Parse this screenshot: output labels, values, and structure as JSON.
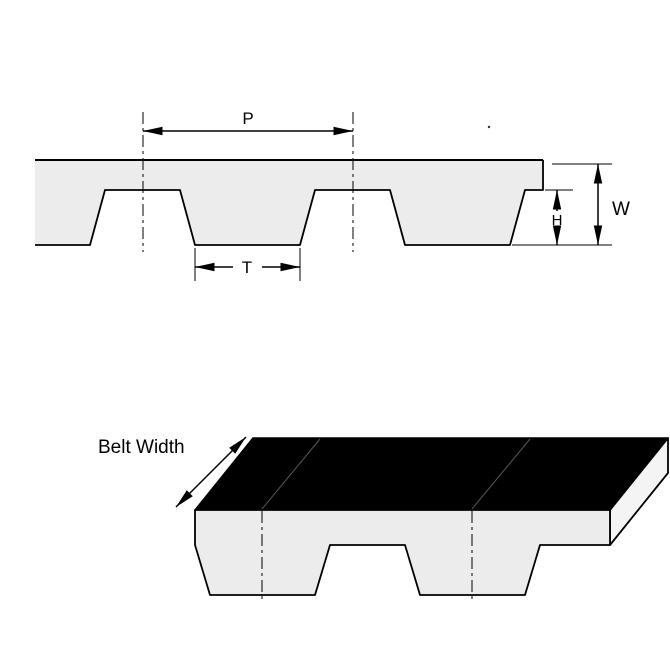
{
  "diagram": {
    "type": "timing-belt-dimension-drawing",
    "labels": {
      "pitch": "P",
      "tooth_width": "T",
      "tooth_height": "H",
      "belt_thickness": "W",
      "belt_width": "Belt Width"
    },
    "colors": {
      "line": "#000000",
      "belt_fill": "#ececec",
      "top_face": "#000000",
      "end_face": "#f4f4f4",
      "background": "#ffffff"
    }
  }
}
